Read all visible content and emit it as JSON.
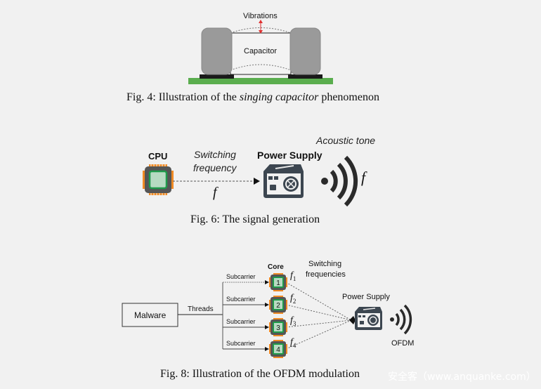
{
  "figure4": {
    "label_vibrations": "Vibrations",
    "label_capacitor": "Capacitor",
    "caption_prefix": "Fig. 4: Illustration of the ",
    "caption_italic": "singing capacitor",
    "caption_suffix": " phenomenon"
  },
  "figure6": {
    "label_cpu": "CPU",
    "label_switching_line1": "Switching",
    "label_switching_line2": "frequency",
    "label_f_arrow": "f",
    "label_power_supply": "Power Supply",
    "label_acoustic_tone": "Acoustic tone",
    "label_f_tone": "f",
    "caption": "Fig. 6: The signal generation"
  },
  "figure8": {
    "label_malware": "Malware",
    "label_threads": "Threads",
    "label_core": "Core",
    "label_switching_line1": "Switching",
    "label_switching_line2": "frequencies",
    "label_power_supply": "Power Supply",
    "label_ofdm": "OFDM",
    "subcarriers": [
      {
        "label": "Subcarrier",
        "core": "1",
        "freq": "f",
        "sub": "1"
      },
      {
        "label": "Subcarrier",
        "core": "2",
        "freq": "f",
        "sub": "2"
      },
      {
        "label": "Subcarrier",
        "core": "3",
        "freq": "f",
        "sub": "3"
      },
      {
        "label": "Subcarrier",
        "core": "4",
        "freq": "f",
        "sub": "4"
      }
    ],
    "caption": "Fig. 8: Illustration of the OFDM modulation"
  },
  "watermark": "安全客（www.anquanke.com）",
  "colors": {
    "background": "#f1f1f1",
    "pcb_green": "#5aad4e",
    "pad_black": "#1a1a1a",
    "capacitor_gray": "#9a9a9a",
    "vibration_red": "#e03030",
    "chip_body": "#555555",
    "chip_pins": "#f08a24",
    "chip_core_green": "#1f9a4a",
    "chip_core_fill": "#b7dbc2",
    "psu_gray": "#3c4650"
  }
}
